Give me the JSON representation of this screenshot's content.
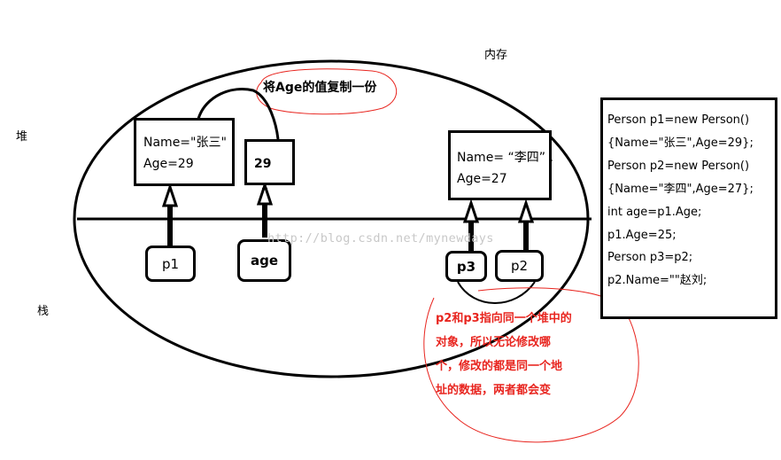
{
  "labels": {
    "memory": "内存",
    "heap": "堆",
    "stack": "栈",
    "callout": "将Age的值复制一份"
  },
  "heap": {
    "obj1_name": "Name=\"张三\"",
    "obj1_age": "Age=29",
    "copy_value": "29",
    "obj2_name": "Name= “李四” ,",
    "obj2_age": "Age=27"
  },
  "stack": {
    "p1": "p1",
    "age": "age",
    "p3": "p3",
    "p2": "p2"
  },
  "code": [
    "Person p1=new Person()",
    "{Name=\"张三\",Age=29};",
    "Person p2=new Person()",
    "{Name=\"李四\",Age=27};",
    "int age=p1.Age;",
    "p1.Age=25;",
    "Person p3=p2;",
    "p2.Name=\"\"赵刘;"
  ],
  "note": [
    "p2和p3指向同一个堆中的",
    "对象，所以无论修改哪",
    "个，修改的都是同一个地",
    "址的数据，两者都会变"
  ],
  "watermark": "http://blog.csdn.net/mynewdays",
  "colors": {
    "ink": "#000000",
    "annotation_red": "#e8251f",
    "watermark": "#c8c8c8"
  }
}
